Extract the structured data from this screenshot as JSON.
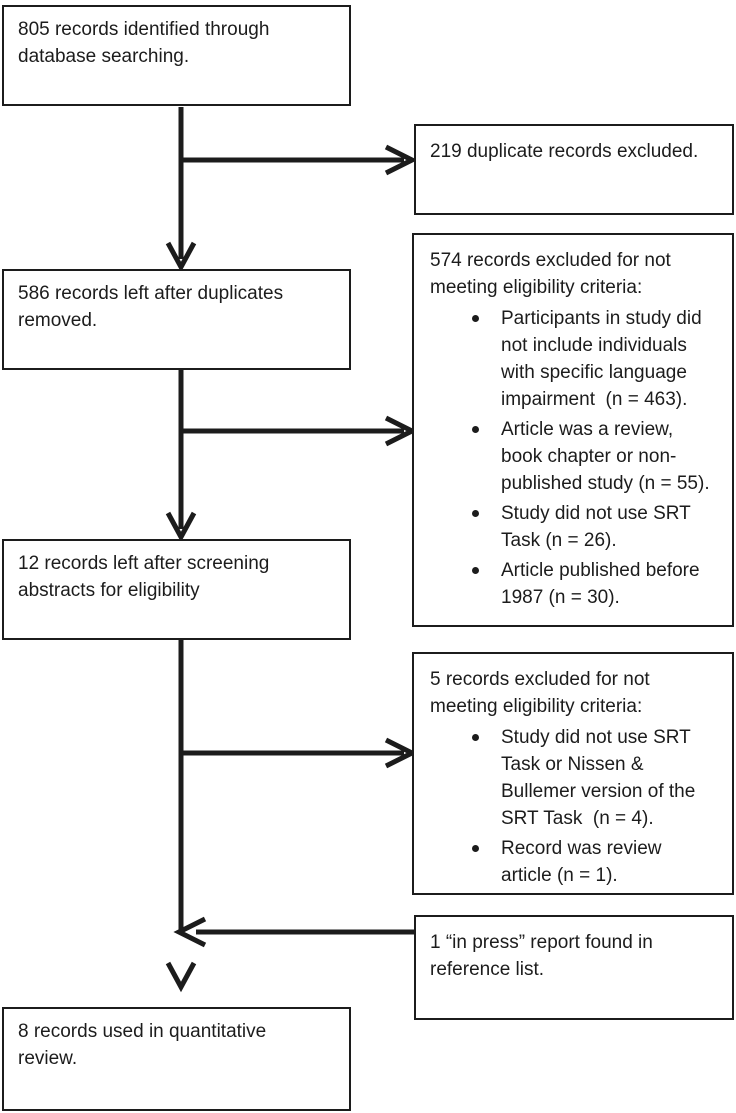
{
  "boxes": {
    "identified": {
      "text": "805 records identified through database searching."
    },
    "duplicates_excluded": {
      "text": "219 duplicate records excluded."
    },
    "after_duplicates": {
      "text": "586 records left after duplicates removed."
    },
    "excluded_eligibility_574": {
      "intro": "574 records excluded for not meeting eligibility criteria:",
      "bullets": [
        "Participants in study did not include individuals with specific language impairment  (n = 463).",
        "Article was a review, book chapter or non-published study (n = 55).",
        "Study did not use SRT Task (n = 26).",
        "Article published before 1987 (n = 30)."
      ]
    },
    "after_screening": {
      "text": "12 records left after screening abstracts for eligibility"
    },
    "excluded_eligibility_5": {
      "intro": "5 records excluded for not meeting eligibility criteria:",
      "bullets": [
        "Study did not use SRT Task or Nissen & Bullemer version of the SRT Task  (n = 4).",
        "Record was review article (n = 1)."
      ]
    },
    "in_press": {
      "text": "1 “in press” report found in reference list."
    },
    "quantitative_review": {
      "text": "8 records used in quantitative review."
    }
  },
  "colors": {
    "ink": "#1c1c1c",
    "background": "#ffffff"
  }
}
